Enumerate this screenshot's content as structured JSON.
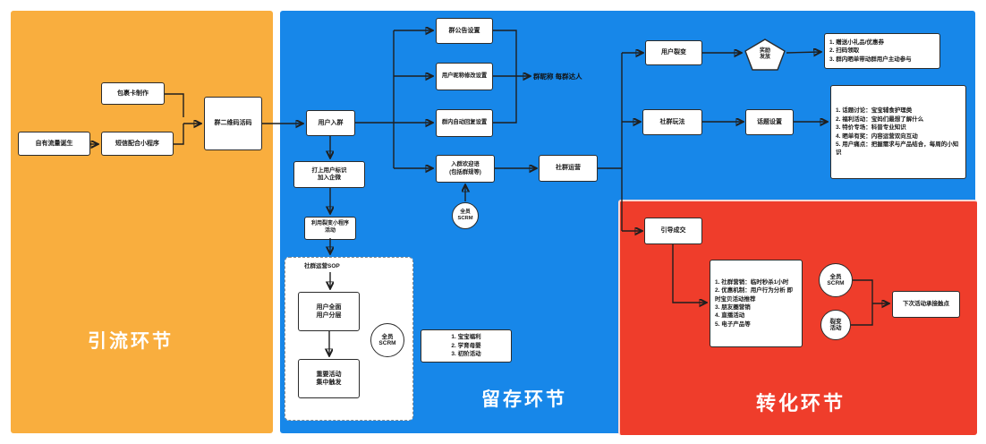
{
  "colors": {
    "acquisition_panel": "#F9AE3E",
    "retention_panel": "#1787E9",
    "conversion_panel": "#EF3D2B",
    "node_bg": "#FFFFFF",
    "line": "#1F1F1F"
  },
  "titles": {
    "acquisition": "引流环节",
    "retention": "留存环节",
    "conversion": "转化环节"
  },
  "acquisition": {
    "order_source": "自有流量诞生",
    "package_card": "包裹卡制作",
    "sms_mini_program": "短信配合小程序",
    "group_qr_code": "群二维码活码"
  },
  "retention": {
    "join_group": "用户入群",
    "tag_user_line1": "打上用户标识",
    "tag_user_line2": "加入企微",
    "mini_program_line1": "利用裂变小程序",
    "mini_program_line2": "活动",
    "sop_label": "社群运营SOP",
    "user_layer_line1": "用户全面",
    "user_layer_line2": "用户分层",
    "key_activity_line1": "重要活动",
    "key_activity_line2": "集中触发",
    "scrm_circle1_line1": "全员",
    "scrm_circle1_line2": "SCRM",
    "announcement": "群公告设置",
    "nickname_setting": "用户昵称修改设置",
    "auto_reply": "群内自动回复设置",
    "welcome_line1": "入群欢迎语",
    "welcome_line2": "(包括群规等)",
    "scrm_circle2_line1": "全员",
    "scrm_circle2_line2": "SCRM",
    "floating_note": "群昵称  每群达人",
    "community_ops": "社群运营",
    "user_fission": "用户裂变",
    "pentagon_line1": "奖励",
    "pentagon_line2": "发放",
    "reward_list": [
      "1. 赠送小礼品/优惠券",
      "2. 扫码领取",
      "3. 群内晒单带动群用户主动参与"
    ],
    "group_play": "社群玩法",
    "topic_setting": "话题设置",
    "topic_list": [
      "1. 话题讨论：宝宝辅食护理类",
      "2. 福利活动：宝妈们最想了解什么",
      "3. 特价专场：科普专业知识",
      "4. 晒单有奖：内容运营双向互动",
      "5. 用户痛点：把握需求与产品结合，每周的小知识"
    ],
    "content_list": [
      "1. 宝宝福利",
      "2. 学育母婴",
      "3. 初阶活动"
    ]
  },
  "conversion": {
    "guide_deal": "引导成交",
    "tactic_list": [
      "1. 社群营销：临时秒杀1小时",
      "2. 优惠机制：用户行为分析 即时宝贝活动推荐",
      "3. 朋友圈营销",
      "4. 直播活动",
      "5. 电子产品等"
    ],
    "scrm_circle_line1": "全员",
    "scrm_circle_line2": "SCRM",
    "fission_circle_line1": "裂变",
    "fission_circle_line2": "活动",
    "next_touchpoint": "下次活动承接触点"
  }
}
